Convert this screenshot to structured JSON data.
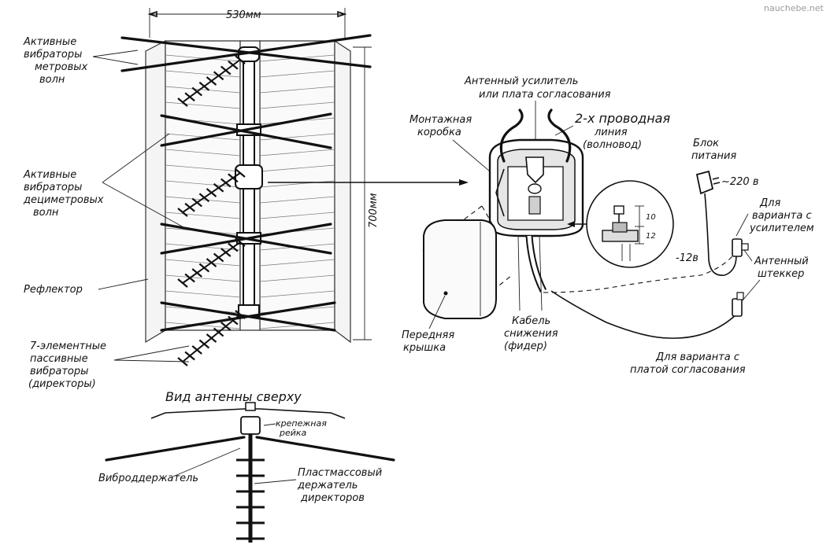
{
  "watermark": "nauchebe.net",
  "dimensions": {
    "width": "530мм",
    "height": "700мм"
  },
  "labels": {
    "active_meter": [
      "Активные",
      "вибраторы",
      "метровых",
      "волн"
    ],
    "active_decimeter": [
      "Активные",
      "вибраторы",
      "дециметровых",
      "волн"
    ],
    "reflector": "Рефлектор",
    "directors": [
      "7-элементные",
      "пассивные",
      "вибраторы",
      "(директоры)"
    ],
    "top_view_title": "Вид антенны сверху",
    "mounting_rail": [
      "крепежная",
      "рейка"
    ],
    "vibro_holder": "Виброддержатель",
    "plastic_holder": [
      "Пластмассовый",
      "держатель",
      "директоров"
    ],
    "amplifier": [
      "Антенный усилитель",
      "или плата согласования"
    ],
    "mount_box": [
      "Монтажная",
      "коробка"
    ],
    "two_wire_line": [
      "2-х проводная",
      "линия",
      "(волновод)"
    ],
    "power_block": [
      "Блок",
      "питания"
    ],
    "voltage_ac": "~220 в",
    "voltage_dc": "-12в",
    "amp_variant": [
      "Для",
      "варианта с",
      "усилителем"
    ],
    "antenna_plug": [
      "Антенный",
      "штеккер"
    ],
    "front_cover": [
      "Передняя",
      "крышка"
    ],
    "drop_cable": [
      "Кабель",
      "снижения",
      "(фидер)"
    ],
    "board_variant": [
      "Для варианта с",
      "платой согласования"
    ],
    "detail_dims": [
      "10",
      "12"
    ]
  }
}
